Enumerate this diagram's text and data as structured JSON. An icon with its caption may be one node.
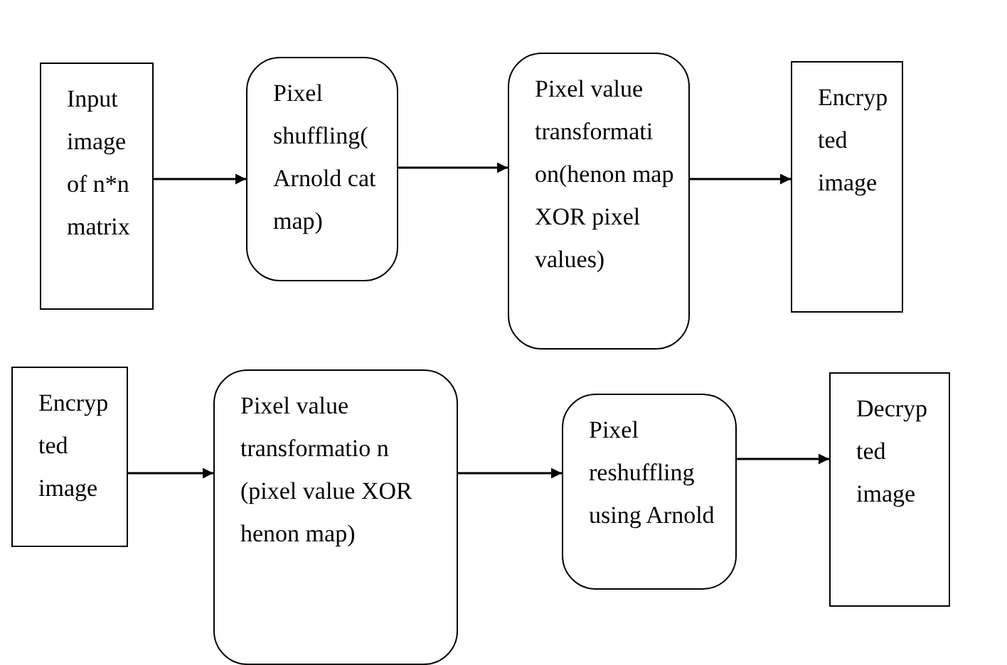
{
  "diagram": {
    "nodes": [
      {
        "text": [
          "Input image of n*n matrix"
        ]
      },
      {
        "text": [
          "Pixel shuffling( Arnold cat map)"
        ]
      },
      {
        "text": [
          "Pixel value transformati on(henon map XOR pixel values)"
        ]
      },
      {
        "text": [
          "Encryp ted image"
        ]
      },
      {
        "text": [
          "Encryp ted image"
        ]
      },
      {
        "text": [
          "Pixel value transformatio n (pixel value XOR henon map)"
        ]
      },
      {
        "text": [
          "Pixel reshuffling using Arnold"
        ]
      },
      {
        "text": [
          "Decryp ted image"
        ]
      }
    ],
    "edges": [
      {
        "from": 0,
        "to": 1,
        "arrow": "to"
      },
      {
        "from": 1,
        "to": 2,
        "arrow": "to"
      },
      {
        "from": 2,
        "to": 3,
        "arrow": "to"
      },
      {
        "from": 4,
        "to": 5,
        "arrow": "to"
      },
      {
        "from": 5,
        "to": 6,
        "arrow": "to"
      },
      {
        "from": 6,
        "to": 7,
        "arrow": "to"
      }
    ]
  }
}
